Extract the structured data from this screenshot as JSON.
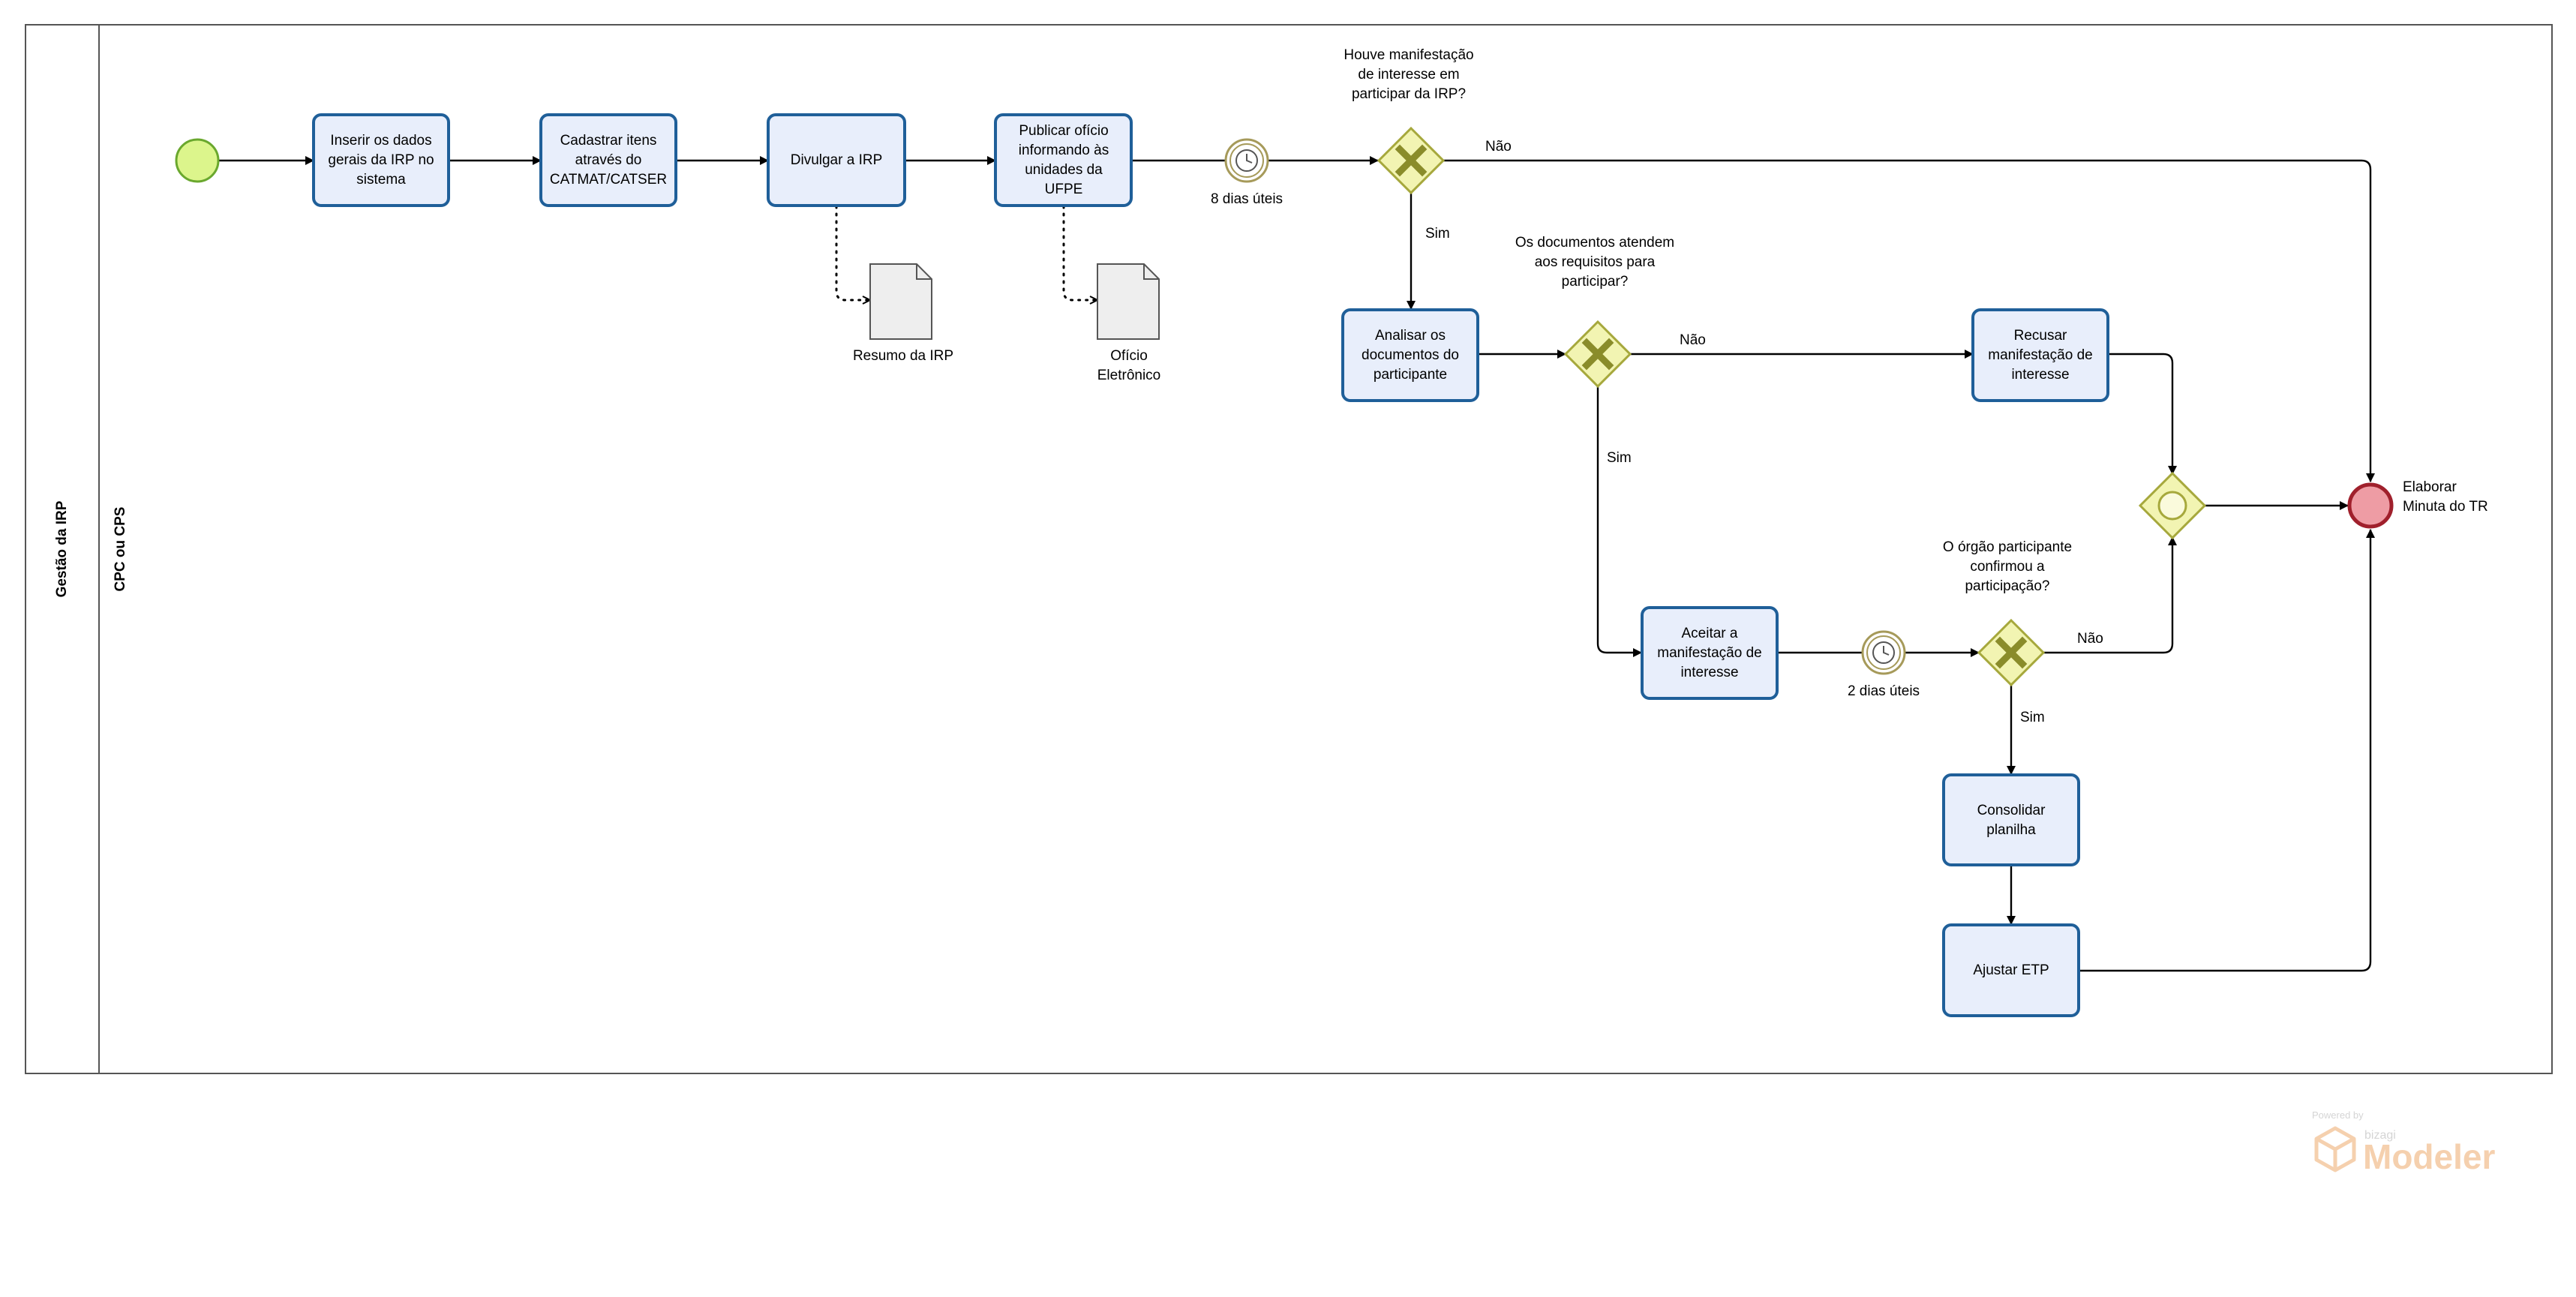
{
  "diagram": {
    "pool_label": "Gestão da IRP",
    "lane_label": "CPC ou CPS",
    "colors": {
      "task_fill": "#e8eefb",
      "task_stroke": "#1f5f99",
      "gateway_fill": "#f2f4b2",
      "gateway_stroke": "#a6a83c",
      "gateway_mark": "#8a8c2a",
      "start_fill": "#dcf58c",
      "start_stroke": "#6aa82e",
      "end_fill": "#ee9ca4",
      "end_stroke": "#a0202c",
      "timer_stroke": "#a69a5a",
      "line": "#000000",
      "pool_border": "#555555"
    },
    "tasks": {
      "t1": "Inserir os dados\ngerais da IRP no\nsistema",
      "t2": "Cadastrar itens\natravés do\nCATMAT/CATSER",
      "t3": "Divulgar a IRP",
      "t4": "Publicar ofício\ninformando às\nunidades da\nUFPE",
      "t5": "Analisar os\ndocumentos do\nparticipante",
      "t6": "Recusar\nmanifestação de\ninteresse",
      "t7": "Aceitar a\nmanifestação de\ninteresse",
      "t8": "Consolidar\nplanilha",
      "t9": "Ajustar ETP"
    },
    "gateways": {
      "g1": "Houve manifestação\nde interesse em\nparticipar da IRP?",
      "g2": "Os documentos atendem\naos requisitos para\nparticipar?",
      "g3": "O órgão participante\nconfirmou a\nparticipação?"
    },
    "timers": {
      "tm1": "8 dias úteis",
      "tm2": "2 dias úteis"
    },
    "documents": {
      "d1": "Resumo da IRP",
      "d2": "Ofício\nEletrônico"
    },
    "end_event": "Elaborar\nMinuta do TR",
    "flow_labels": {
      "g1_no": "Não",
      "g1_yes": "Sim",
      "g2_no": "Não",
      "g2_yes": "Sim",
      "g3_no": "Não",
      "g3_yes": "Sim"
    },
    "watermark": {
      "powered_by": "Powered by",
      "brand": "bizagi",
      "product": "Modeler",
      "color": "#f0b27a"
    }
  }
}
